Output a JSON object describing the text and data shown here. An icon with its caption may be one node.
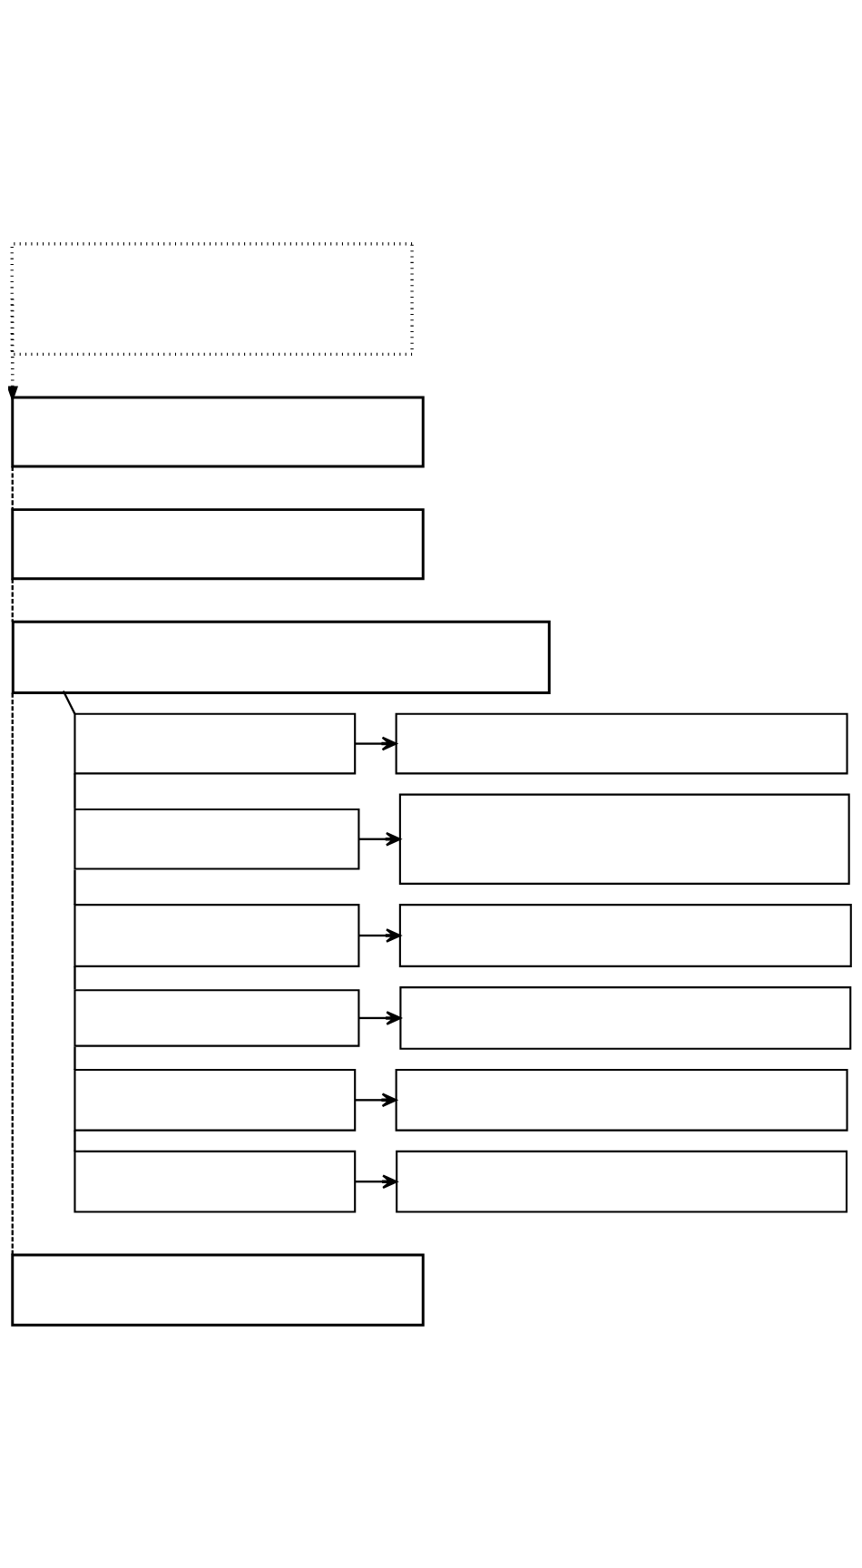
{
  "diagram": {
    "nodes": [
      {
        "text": [],
        "shape": "box"
      },
      {
        "text": [],
        "shape": "box"
      },
      {
        "text": [],
        "shape": "box"
      },
      {
        "text": [],
        "shape": "box"
      },
      {
        "text": [],
        "shape": "box"
      },
      {
        "text": [],
        "shape": "box"
      },
      {
        "text": [],
        "shape": "box"
      },
      {
        "text": [],
        "shape": "box"
      },
      {
        "text": [],
        "shape": "box"
      },
      {
        "text": [],
        "shape": "box"
      },
      {
        "text": [],
        "shape": "box"
      },
      {
        "text": [],
        "shape": "box"
      },
      {
        "text": [],
        "shape": "box"
      },
      {
        "text": [],
        "shape": "box"
      },
      {
        "text": [],
        "shape": "box"
      },
      {
        "text": [],
        "shape": "box"
      },
      {
        "text": [],
        "shape": "box"
      }
    ],
    "edges": [
      {
        "from": 0,
        "to": 1,
        "arrow": "to",
        "style": "dashed"
      },
      {
        "from": 1,
        "to": 2,
        "arrow": "none",
        "style": "dashed"
      },
      {
        "from": 2,
        "to": 3,
        "arrow": "none",
        "style": "dashed"
      },
      {
        "from": 3,
        "to": 16,
        "arrow": "none",
        "style": "dashed"
      },
      {
        "from": 3,
        "to": 4,
        "arrow": "none"
      },
      {
        "from": 4,
        "to": 6,
        "arrow": "none"
      },
      {
        "from": 6,
        "to": 8,
        "arrow": "none"
      },
      {
        "from": 8,
        "to": 10,
        "arrow": "none"
      },
      {
        "from": 10,
        "to": 12,
        "arrow": "none"
      },
      {
        "from": 12,
        "to": 14,
        "arrow": "none"
      },
      {
        "from": 4,
        "to": 5,
        "arrow": "to"
      },
      {
        "from": 6,
        "to": 7,
        "arrow": "to"
      },
      {
        "from": 8,
        "to": 9,
        "arrow": "to"
      },
      {
        "from": 10,
        "to": 11,
        "arrow": "to"
      },
      {
        "from": 12,
        "to": 13,
        "arrow": "to"
      },
      {
        "from": 14,
        "to": 15,
        "arrow": "to"
      }
    ]
  }
}
